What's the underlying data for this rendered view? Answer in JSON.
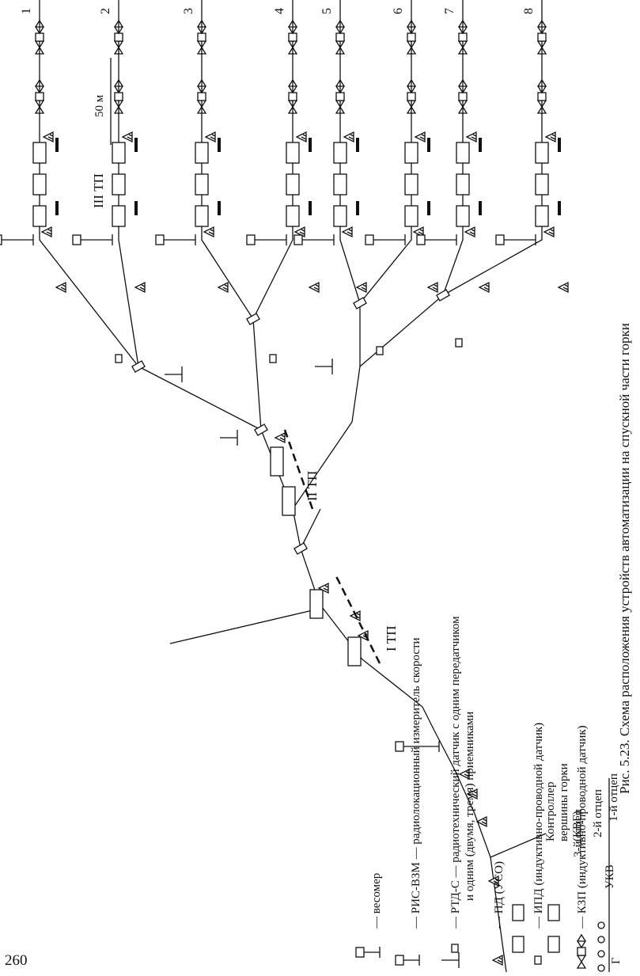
{
  "page_number": "260",
  "caption": "Рис. 5.23. Схема расположения устройств автоматизации на спускной части горки",
  "labels": {
    "g": "Г",
    "ukv": "УКВ",
    "cut1": "1-й отцеп",
    "cut2": "2-й отцеп",
    "cut3": "3-й отцеп",
    "kvg_line1": "Контроллер",
    "kvg_line2": "вершины горки",
    "kvg_line3": "(КВГ)",
    "tp1": "I ТП",
    "tp2": "II ТП",
    "tp3": "III ТП",
    "scale": "50 м"
  },
  "tracks": [
    "1",
    "2",
    "3",
    "4",
    "5",
    "6",
    "7",
    "8"
  ],
  "legend": [
    {
      "icon": "scale-weigher-icon",
      "text": "— весомер"
    },
    {
      "icon": "radar-icon",
      "text": "— РИС-ВЗМ — радиолокационный измеритель скорости"
    },
    {
      "icon": "radio-sensor-icon",
      "text": "— РТД-С — радиотехнический датчик  с одним передатчиком",
      "text2": "и одним (двумя, тремя) приемниками"
    },
    {
      "icon": "triangle-sensor-icon",
      "text": "— ПД (УСО)"
    },
    {
      "icon": "ipd-sensor-icon",
      "text": "— ИПД (индуктивно-проводной датчик)"
    },
    {
      "icon": "kzp-icon",
      "text": "— КЗП (индуктивно-проводной датчик)"
    }
  ]
}
